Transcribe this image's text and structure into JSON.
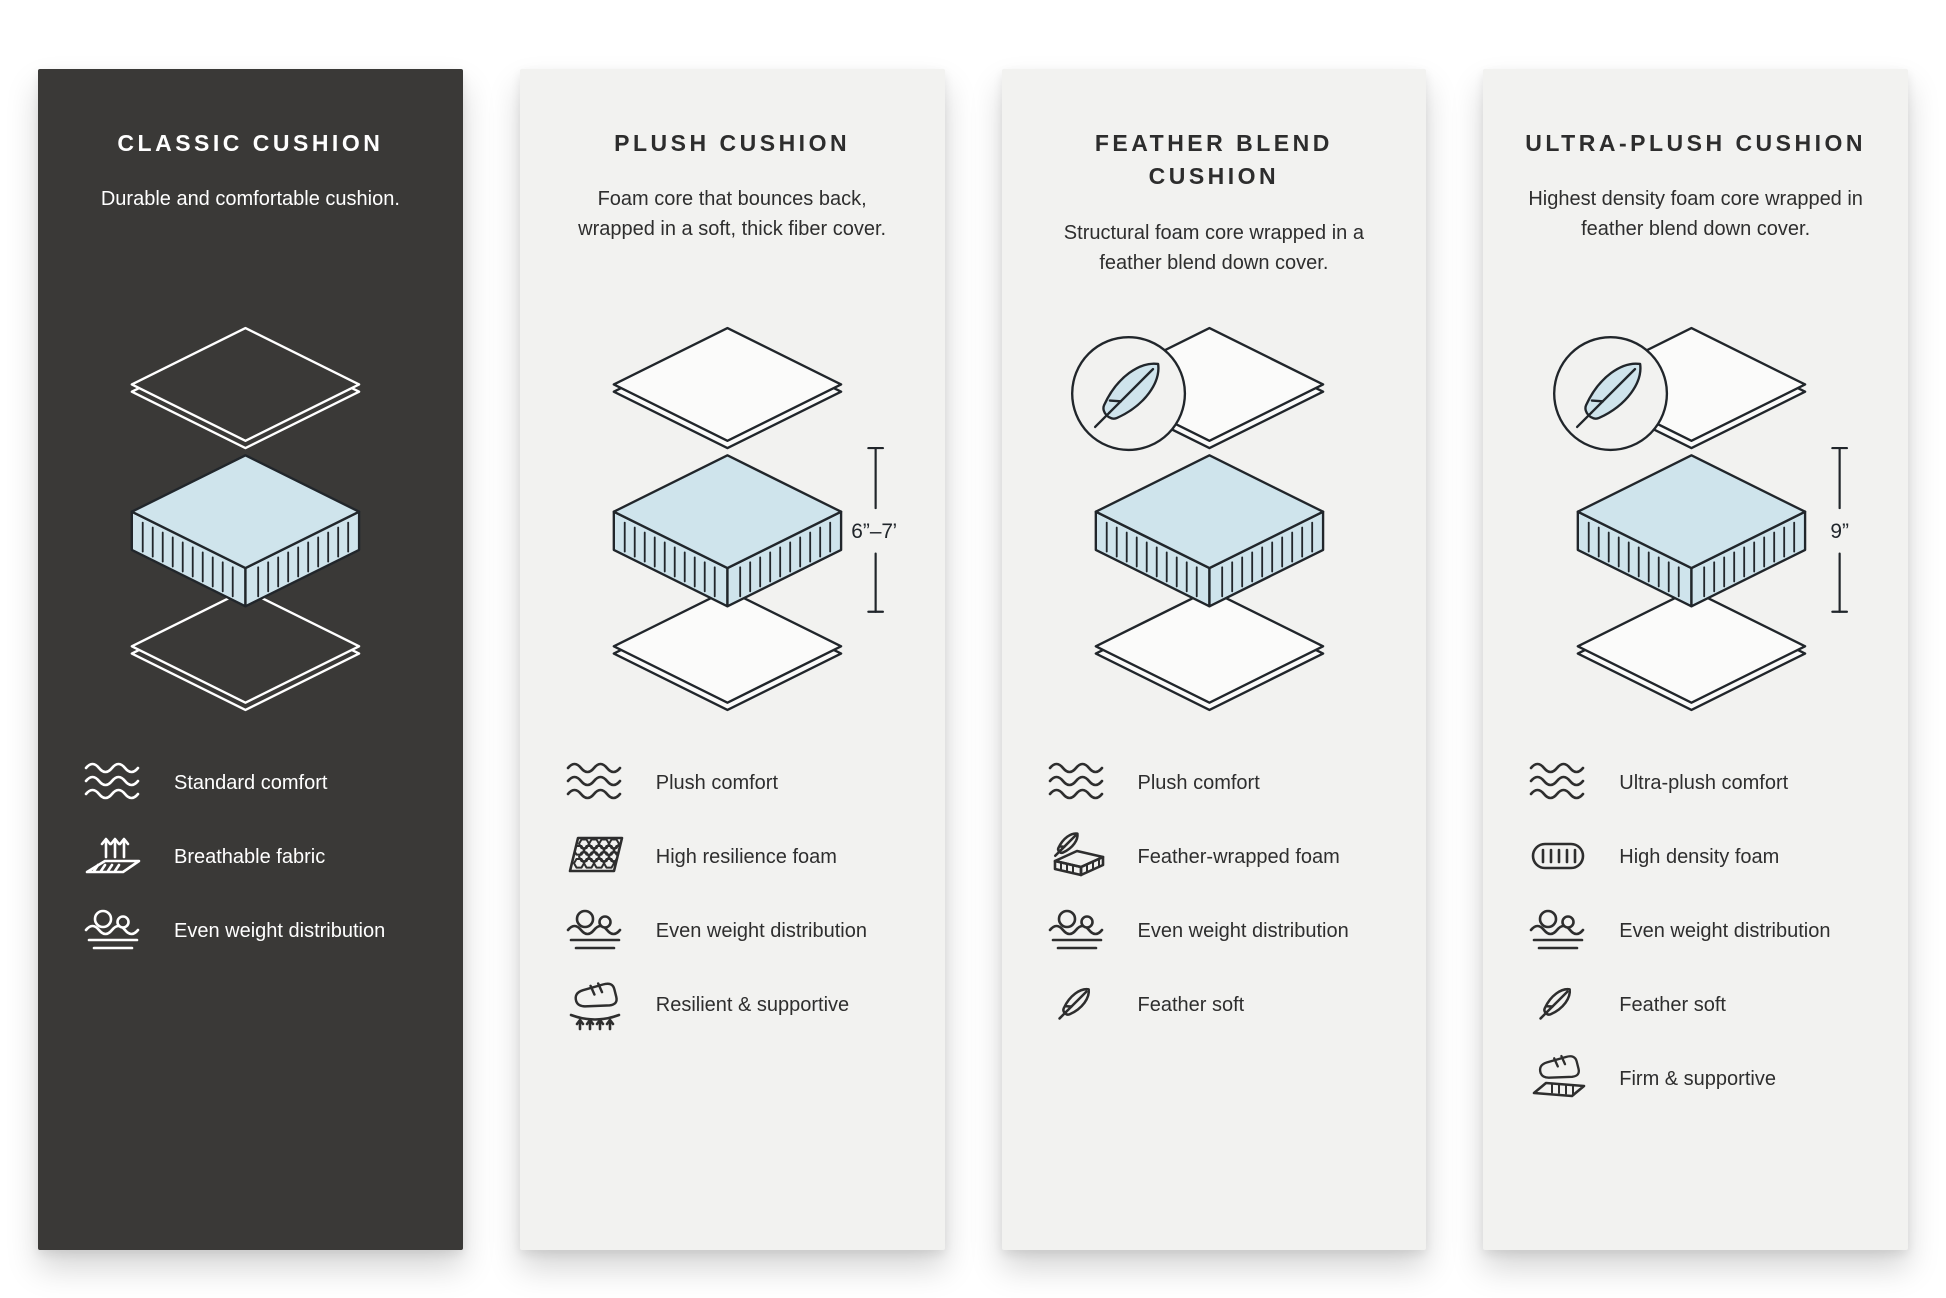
{
  "colors": {
    "page_bg": "#ffffff",
    "dark_panel_bg": "#3a3937",
    "light_panel_bg": "#f2f2f0",
    "foam_blue": "#cfe4ec",
    "line_dark": "#21262b",
    "line_light": "#ffffff"
  },
  "panels": [
    {
      "id": "classic",
      "theme": "dark",
      "title": "CLASSIC CUSHION",
      "description": "Durable and comfortable cushion.",
      "badge": null,
      "measurement": null,
      "features": [
        {
          "icon": "wave-icon",
          "label": "Standard comfort"
        },
        {
          "icon": "breathable-fabric-icon",
          "label": "Breathable fabric"
        },
        {
          "icon": "weight-distribution-icon",
          "label": "Even weight distribution"
        }
      ]
    },
    {
      "id": "plush",
      "theme": "light",
      "title": "PLUSH CUSHION",
      "description": "Foam core that bounces back, wrapped in a soft, thick fiber cover.",
      "badge": null,
      "measurement": "6”–7”",
      "features": [
        {
          "icon": "wave-icon",
          "label": "Plush comfort"
        },
        {
          "icon": "honeycomb-foam-icon",
          "label": "High resilience foam"
        },
        {
          "icon": "weight-distribution-icon",
          "label": "Even weight distribution"
        },
        {
          "icon": "hand-press-icon",
          "label": "Resilient & supportive"
        }
      ]
    },
    {
      "id": "feather-blend",
      "theme": "light",
      "title": "FEATHER BLEND CUSHION",
      "description": "Structural foam core wrapped in a feather blend down cover.",
      "badge": "feather",
      "measurement": null,
      "features": [
        {
          "icon": "wave-icon",
          "label": "Plush comfort"
        },
        {
          "icon": "feather-wrapped-foam-icon",
          "label": "Feather-wrapped foam"
        },
        {
          "icon": "weight-distribution-icon",
          "label": "Even weight distribution"
        },
        {
          "icon": "feather-icon",
          "label": "Feather soft"
        }
      ]
    },
    {
      "id": "ultra-plush",
      "theme": "light",
      "title": "ULTRA-PLUSH CUSHION",
      "description": "Highest density foam core wrapped in feather blend down cover.",
      "badge": "feather",
      "measurement": "9”",
      "features": [
        {
          "icon": "wave-icon",
          "label": "Ultra-plush comfort"
        },
        {
          "icon": "density-foam-icon",
          "label": "High density foam"
        },
        {
          "icon": "weight-distribution-icon",
          "label": "Even weight distribution"
        },
        {
          "icon": "feather-icon",
          "label": "Feather soft"
        },
        {
          "icon": "hand-firm-icon",
          "label": "Firm & supportive"
        }
      ]
    }
  ]
}
